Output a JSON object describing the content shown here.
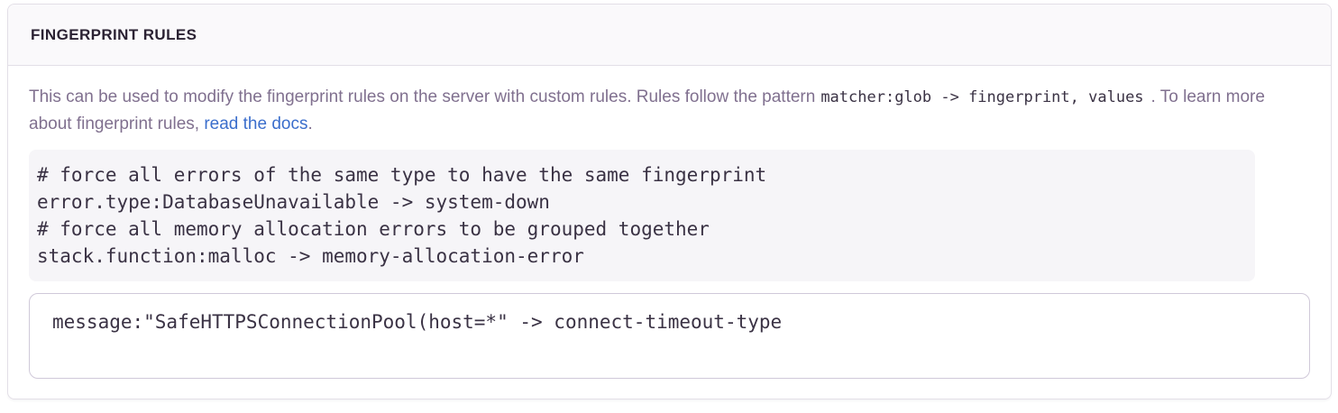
{
  "panel": {
    "title": "FINGERPRINT RULES"
  },
  "description": {
    "text_before_pattern": "This can be used to modify the fingerprint rules on the server with custom rules. Rules follow the pattern",
    "pattern_code": "matcher:glob -> fingerprint, values",
    "text_after_pattern": ". To learn more about fingerprint rules, ",
    "link_text": "read the docs",
    "text_after_link": "."
  },
  "example": {
    "code": "# force all errors of the same type to have the same fingerprint\nerror.type:DatabaseUnavailable -> system-down\n# force all memory allocation errors to be grouped together\nstack.function:malloc -> memory-allocation-error"
  },
  "editor": {
    "value": "message:\"SafeHTTPSConnectionPool(host=*\" -> connect-timeout-type"
  },
  "colors": {
    "heading": "#2b2233",
    "body_text": "#80708f",
    "link": "#3b6ecc",
    "code_text": "#3a3244",
    "header_bg": "#faf9fb",
    "code_bg": "#f6f5f8",
    "panel_border": "#e3dfe7",
    "input_border": "#d0c9d9"
  }
}
